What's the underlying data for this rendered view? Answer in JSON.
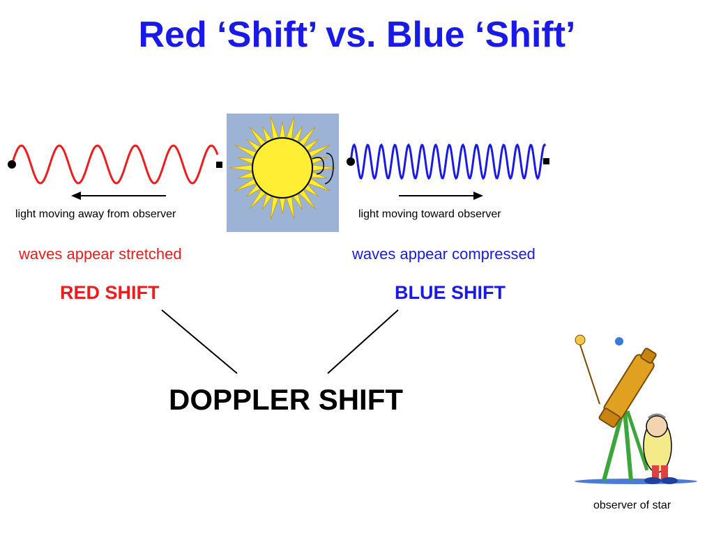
{
  "title": "Red ‘Shift’ vs. Blue ‘Shift’",
  "red_side": {
    "caption": "light moving away from observer",
    "effect": "waves appear stretched",
    "label": "RED SHIFT"
  },
  "blue_side": {
    "caption": "light moving toward observer",
    "effect": "waves appear compressed",
    "label": "BLUE SHIFT"
  },
  "result": "DOPPLER SHIFT",
  "observer_caption": "observer of star",
  "colors": {
    "title": "#1a1ae6",
    "red": "#ee1c1c",
    "blue": "#1a1ae6",
    "sun_panel": "#9db3d6",
    "sun": "#ffee33"
  },
  "icons": {
    "star": "sun-icon",
    "observer": "astronomer-telescope-icon"
  }
}
